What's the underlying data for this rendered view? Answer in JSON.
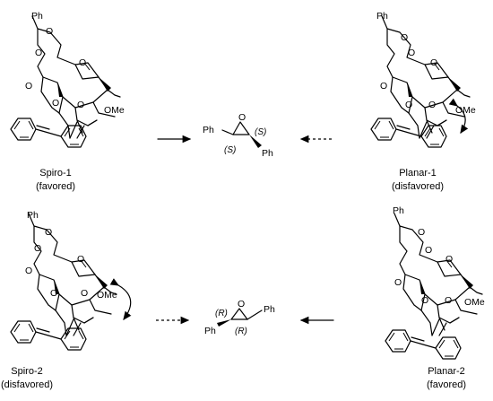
{
  "labels": {
    "ph": "Ph",
    "o": "O",
    "ome": "OMe",
    "s": "(S)",
    "r": "(R)"
  },
  "captions": {
    "spiro1_name": "Spiro-1",
    "spiro1_note": "(favored)",
    "planar1_name": "Planar-1",
    "planar1_note": "(disfavored)",
    "spiro2_name": "Spiro-2",
    "spiro2_note": "(disfavored)",
    "planar2_name": "Planar-2",
    "planar2_note": "(favored)"
  }
}
